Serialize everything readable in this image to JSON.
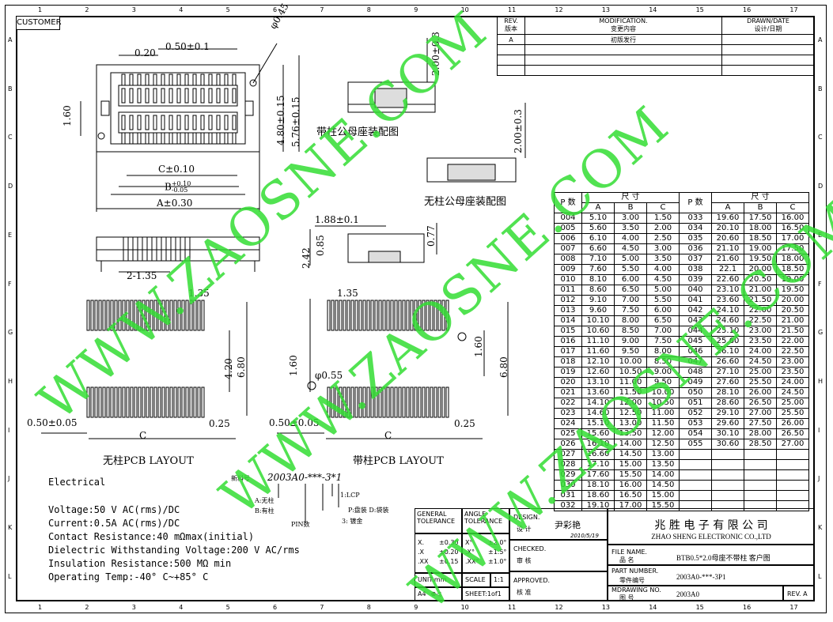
{
  "customer_label": "CUSTOMER",
  "zone_numbers": [
    "1",
    "2",
    "3",
    "4",
    "5",
    "6",
    "7",
    "8",
    "9",
    "10",
    "11",
    "12",
    "13",
    "14",
    "15",
    "16",
    "17"
  ],
  "zone_letters": [
    "A",
    "B",
    "C",
    "D",
    "E",
    "F",
    "G",
    "H",
    "I",
    "J",
    "K",
    "L"
  ],
  "revision": {
    "rev_label": "REV.",
    "rev_cn": "版本",
    "mod_label": "MODIFICATION.",
    "mod_cn": "变更内容",
    "drawn_label": "DRAWN/DATE",
    "drawn_cn": "设计/日期",
    "row_rev": "A",
    "row_mod": "初版发行"
  },
  "drawing_labels": {
    "dim_050": "0.50±0.1",
    "dim_020": "0.20",
    "dim_045": "φ0.45",
    "dim_160": "1.60",
    "dim_480": "4.80±0.15",
    "dim_576": "5.76±0.15",
    "dim_c": "C±0.10",
    "dim_b": "B",
    "dim_b_tol_up": "+0.10",
    "dim_b_tol_dn": "-0.05",
    "dim_a": "A±0.30",
    "dim_200a": "2.00±0.3",
    "dim_200b": "2.00±0.3",
    "assy_with_post": "带柱公母座装配图",
    "assy_no_post": "无柱公母座装配图",
    "dim_188": "1.88±0.1",
    "dim_242": "2.42",
    "dim_085": "0.85",
    "dim_077": "0.77",
    "dim_2135": "2-1.35",
    "dim_135a": "1.35",
    "dim_135b": "1.35",
    "dim_420": "4.20",
    "dim_680a": "6.80",
    "dim_680b": "6.80",
    "dim_160b": "1.60",
    "dim_160c": "1.60",
    "dim_055": "φ0.55",
    "dim_0505a": "0.50±0.05",
    "dim_0505b": "0.50±0.05",
    "dim_025a": "0.25",
    "dim_025b": "0.25",
    "dim_ca": "C",
    "dim_cb": "C",
    "layout_no_post": "无柱PCB LAYOUT",
    "layout_with_post": "带柱PCB LAYOUT"
  },
  "part_code": {
    "new_no_label": "新料号",
    "code": "2003A0-***-3*1",
    "a_opt": "A:无柱",
    "b_opt": "B:有柱",
    "pin_label": "PIN数",
    "lcp": "1:LCP",
    "packing": "P:盘装  D:袋装",
    "plating": "3: 镀金"
  },
  "electrical": {
    "title": "Electrical",
    "lines": [
      "Voltage:50 V AC(rms)/DC",
      "Current:0.5A AC(rms)/DC",
      "Contact Resistance:40 mΩmax(initial)",
      "Dielectric Withstanding Voltage:200 V AC/rms",
      "Insulation Resistance:500 MΩ  min",
      "Operating Temp:-40° C~+85° C"
    ]
  },
  "dim_table": {
    "size_label": "尺    寸",
    "p_label": "P 数",
    "cols": [
      "A",
      "B",
      "C"
    ],
    "left": [
      [
        "004",
        "5.10",
        "3.00",
        "1.50"
      ],
      [
        "005",
        "5.60",
        "3.50",
        "2.00"
      ],
      [
        "006",
        "6.10",
        "4.00",
        "2.50"
      ],
      [
        "007",
        "6.60",
        "4.50",
        "3.00"
      ],
      [
        "008",
        "7.10",
        "5.00",
        "3.50"
      ],
      [
        "009",
        "7.60",
        "5.50",
        "4.00"
      ],
      [
        "010",
        "8.10",
        "6.00",
        "4.50"
      ],
      [
        "011",
        "8.60",
        "6.50",
        "5.00"
      ],
      [
        "012",
        "9.10",
        "7.00",
        "5.50"
      ],
      [
        "013",
        "9.60",
        "7.50",
        "6.00"
      ],
      [
        "014",
        "10.10",
        "8.00",
        "6.50"
      ],
      [
        "015",
        "10.60",
        "8.50",
        "7.00"
      ],
      [
        "016",
        "11.10",
        "9.00",
        "7.50"
      ],
      [
        "017",
        "11.60",
        "9.50",
        "8.00"
      ],
      [
        "018",
        "12.10",
        "10.00",
        "8.50"
      ],
      [
        "019",
        "12.60",
        "10.50",
        "9.00"
      ],
      [
        "020",
        "13.10",
        "11.00",
        "9.50"
      ],
      [
        "021",
        "13.60",
        "11.50",
        "10.00"
      ],
      [
        "022",
        "14.10",
        "12.00",
        "10.50"
      ],
      [
        "023",
        "14.60",
        "12.50",
        "11.00"
      ],
      [
        "024",
        "15.10",
        "13.00",
        "11.50"
      ],
      [
        "025",
        "15.60",
        "13.50",
        "12.00"
      ],
      [
        "026",
        "16.10",
        "14.00",
        "12.50"
      ],
      [
        "027",
        "16.60",
        "14.50",
        "13.00"
      ],
      [
        "028",
        "17.10",
        "15.00",
        "13.50"
      ],
      [
        "029",
        "17.60",
        "15.50",
        "14.00"
      ],
      [
        "030",
        "18.10",
        "16.00",
        "14.50"
      ],
      [
        "031",
        "18.60",
        "16.50",
        "15.00"
      ],
      [
        "032",
        "19.10",
        "17.00",
        "15.50"
      ]
    ],
    "right": [
      [
        "033",
        "19.60",
        "17.50",
        "16.00"
      ],
      [
        "034",
        "20.10",
        "18.00",
        "16.50"
      ],
      [
        "035",
        "20.60",
        "18.50",
        "17.00"
      ],
      [
        "036",
        "21.10",
        "19.00",
        "17.50"
      ],
      [
        "037",
        "21.60",
        "19.50",
        "18.00"
      ],
      [
        "038",
        "22.1",
        "20.00",
        "18.50"
      ],
      [
        "039",
        "22.60",
        "20.50",
        "19.00"
      ],
      [
        "040",
        "23.10",
        "21.00",
        "19.50"
      ],
      [
        "041",
        "23.60",
        "21.50",
        "20.00"
      ],
      [
        "042",
        "24.10",
        "22.00",
        "20.50"
      ],
      [
        "043",
        "24.60",
        "22.50",
        "21.00"
      ],
      [
        "044",
        "25.10",
        "23.00",
        "21.50"
      ],
      [
        "045",
        "25.60",
        "23.50",
        "22.00"
      ],
      [
        "046",
        "26.10",
        "24.00",
        "22.50"
      ],
      [
        "047",
        "26.60",
        "24.50",
        "23.00"
      ],
      [
        "048",
        "27.10",
        "25.00",
        "23.50"
      ],
      [
        "049",
        "27.60",
        "25.50",
        "24.00"
      ],
      [
        "050",
        "28.10",
        "26.00",
        "24.50"
      ],
      [
        "051",
        "28.60",
        "26.50",
        "25.00"
      ],
      [
        "052",
        "29.10",
        "27.00",
        "25.50"
      ],
      [
        "053",
        "29.60",
        "27.50",
        "26.00"
      ],
      [
        "054",
        "30.10",
        "28.00",
        "26.50"
      ],
      [
        "055",
        "30.60",
        "28.50",
        "27.00"
      ]
    ]
  },
  "title_block": {
    "gen_tol": "GENERAL TOLERANCE",
    "angle_tol": "ANGLE TOLERANCE",
    "tol_x": "X.",
    "tol_x_v": "±0.30",
    "tol_xx": ".X",
    "tol_xx_v": "±0.20",
    "tol_xxx": ".XX",
    "tol_xxx_v": "±0.15",
    "ang_x": "X°",
    "ang_x_v": "±2.0°",
    "ang_xx": ".X°",
    "ang_xx_v": "±1.5°",
    "ang_xxx": ".XX°",
    "ang_xxx_v": "±1.0°",
    "unit": "UNIT:mm",
    "scale_label": "SCALE",
    "scale_val": "1:1",
    "a4": "A4",
    "sheet": "SHEET:1of1",
    "design_label": "DESIGN.",
    "design_cn": "设 计",
    "designer": "尹彩艳",
    "design_date": "2010/5/19",
    "checked_label": "CHECKED.",
    "checked_cn": "审 核",
    "approved_label": "APPROVED.",
    "approved_cn": "核 准",
    "company_cn": "兆 胜 电 子 有 限 公 司",
    "company_en": "ZHAO SHENG ELECTRONIC CO.,LTD",
    "file_name_label": "FILE NAME.",
    "file_name_cn": "品 名",
    "file_name": "BTB0.5*2.0母座不带柱 客户图",
    "part_no_label": "PART NUMBER.",
    "part_no_cn": "零件编号",
    "part_no": "2003A0-***-3P1",
    "drawing_no_label": "MDRAWING NO.",
    "drawing_no_cn": "图 号",
    "drawing_no": "2003A0",
    "rev_label": "REV.",
    "rev_val": "A"
  },
  "watermark": "WWW.ZAOSNE.COM"
}
